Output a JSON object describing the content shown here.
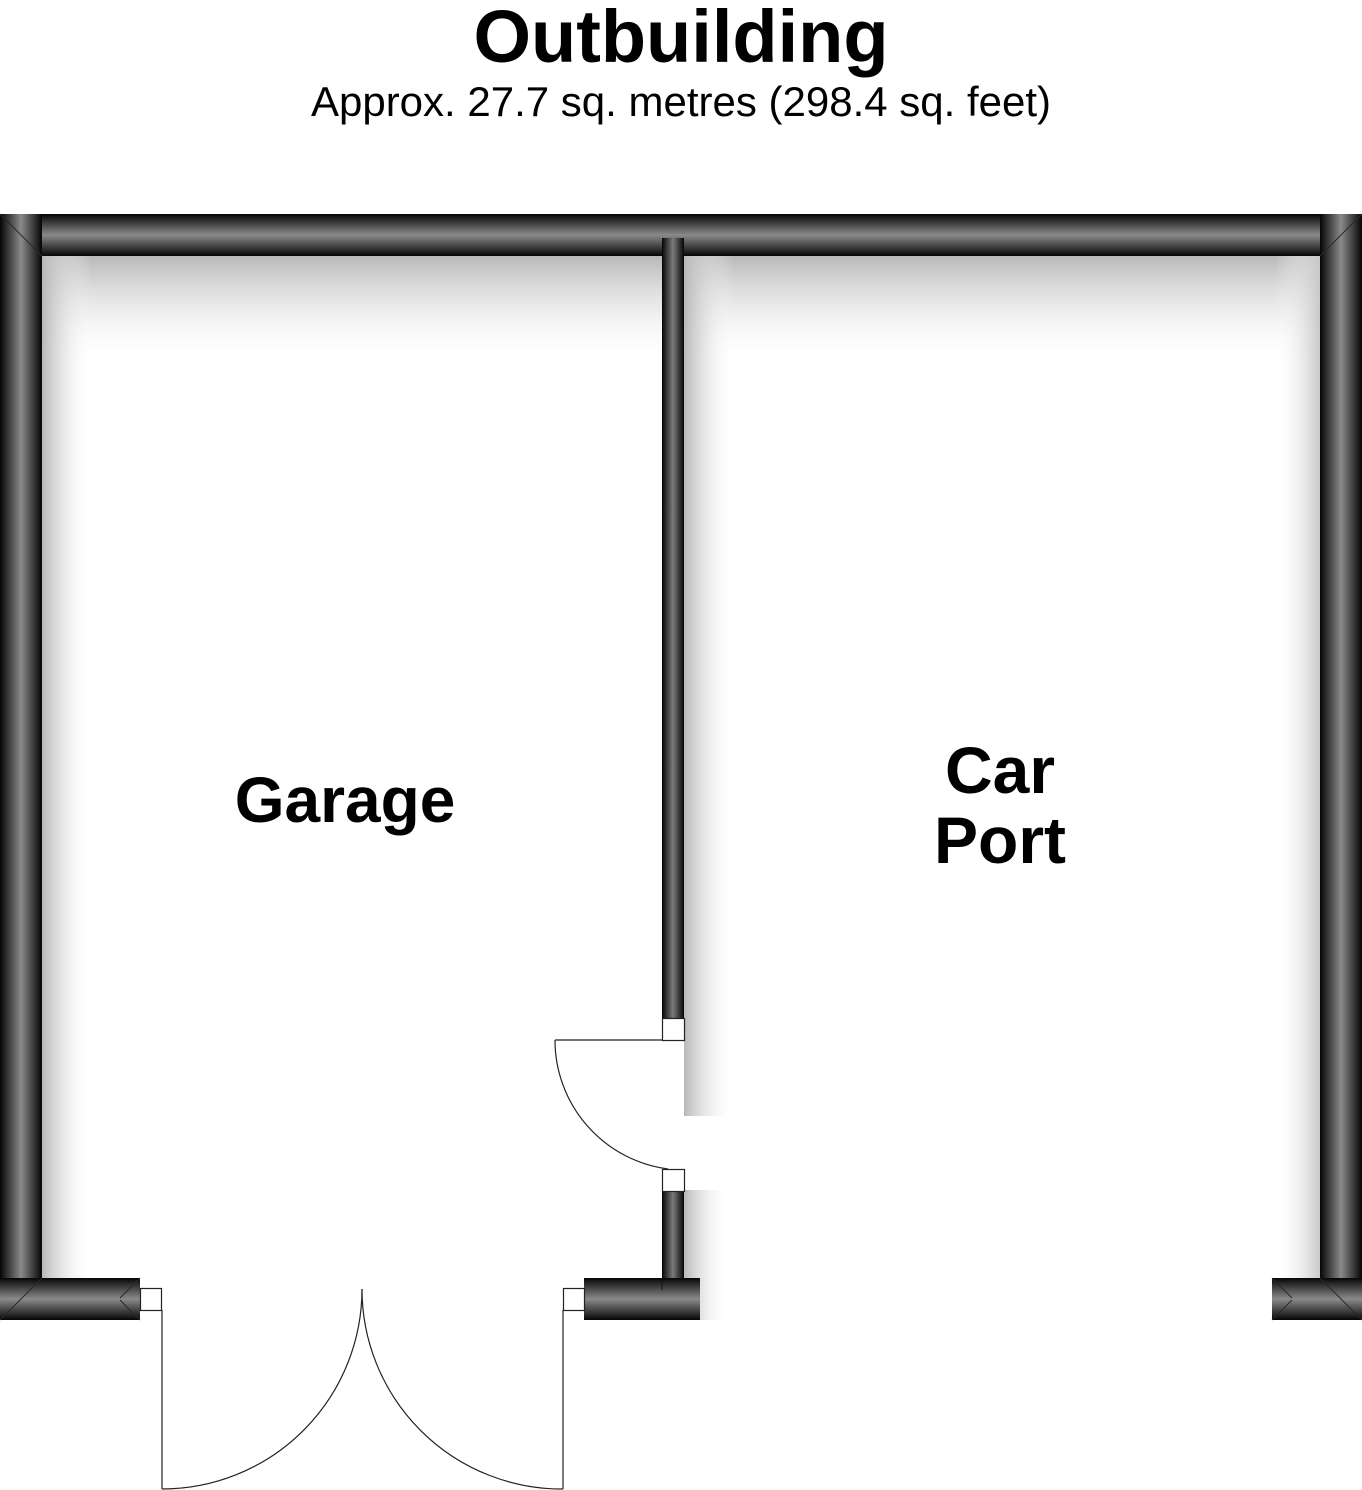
{
  "header": {
    "title": "Outbuilding",
    "subtitle": "Approx. 27.7 sq. metres (298.4 sq. feet)"
  },
  "rooms": [
    {
      "name": "Garage",
      "lines": [
        "Garage"
      ]
    },
    {
      "name": "Car Port",
      "lines": [
        "Car",
        "Port"
      ]
    }
  ],
  "doors": [
    {
      "type": "double-door",
      "room": "Garage",
      "position": "bottom"
    },
    {
      "type": "single-door",
      "between": [
        "Garage",
        "Car Port"
      ],
      "position": "partition"
    }
  ],
  "colors": {
    "wall_dark": "#0a0a0a",
    "wall_highlight": "#8c8c8c",
    "background": "#ffffff",
    "line": "#333333"
  }
}
